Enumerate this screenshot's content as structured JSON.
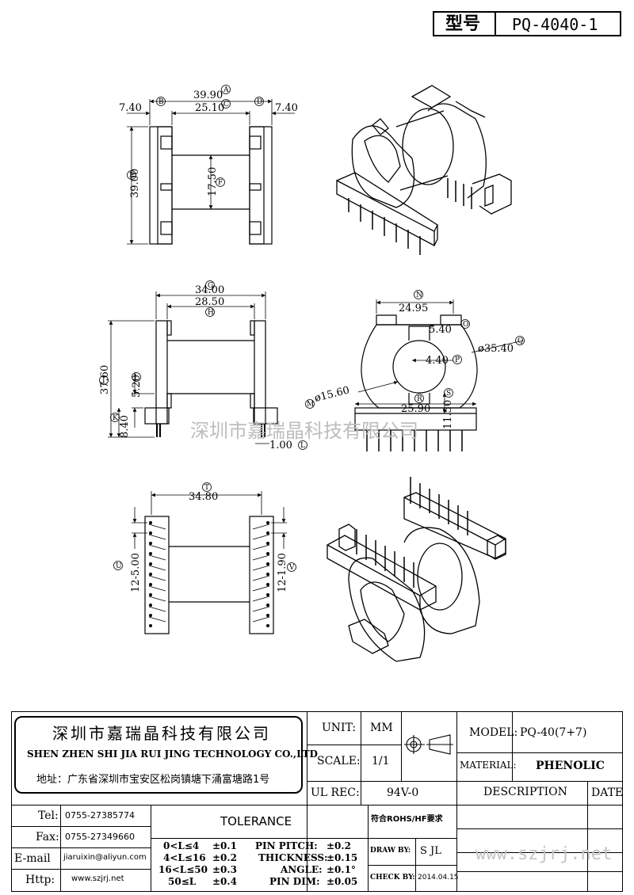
{
  "header": {
    "model_label": "型号",
    "model_value": "PQ-4040-1"
  },
  "watermark": "深圳市嘉瑞晶科技有限公司",
  "dims": {
    "top": {
      "overall": "39.90",
      "inner": "25.10",
      "left_flange": "7.40",
      "right_flange": "7.40",
      "height": "39.00",
      "core": "17.50",
      "tag_a": "A",
      "tag_b": "B",
      "tag_c": "C",
      "tag_d": "D",
      "tag_e": "E",
      "tag_f": "F"
    },
    "mid": {
      "overall": "34.00",
      "inner": "28.50",
      "height": "37.60",
      "gap": "5.20",
      "base": "8.40",
      "pin": "1.00",
      "tag_g": "G",
      "tag_h": "H",
      "tag_i": "I",
      "tag_j": "J",
      "tag_k": "K",
      "tag_l": "L"
    },
    "front": {
      "width": "24.95",
      "slot": "5.40",
      "bore": "4.40",
      "outer_dia": "ø35.40",
      "inner_dia": "ø15.60",
      "base_width": "25.90",
      "base_height": "11.50",
      "tag_n": "N",
      "tag_o": "O",
      "tag_p": "P",
      "tag_q": "Q",
      "tag_m": "M",
      "tag_r": "R",
      "tag_s": "S"
    },
    "bottom": {
      "span": "34.80",
      "pitch_left": "12-5.00",
      "pitch_right": "12-1.90",
      "tag_t": "T",
      "tag_u": "U",
      "tag_v": "V"
    }
  },
  "company": {
    "name_cn": "深圳市嘉瑞晶科技有限公司",
    "name_en": "SHEN ZHEN SHI   JIA RUI JING   TECHNOLOGY CO.,LTD",
    "address": "地址：广东省深圳市宝安区松岗镇塘下涌富塘路1号"
  },
  "contact": {
    "tel_label": "Tel:",
    "tel": "0755-27385774",
    "fax_label": "Fax:",
    "fax": "0755-27349660",
    "email_label": "E-mail",
    "email": "jiaruixin@aliyun.com",
    "http_label": "Http:",
    "http": "www.szjrj.net"
  },
  "spec": {
    "unit_label": "UNIT:",
    "unit": "MM",
    "scale_label": "SCALE:",
    "scale": "1/1",
    "ul_label": "UL REC:",
    "ul": "94V-0",
    "model_label": "MODEL:",
    "model": "PQ-40(7+7)",
    "material_label": "MATERIAL:",
    "material": "PHENOLIC",
    "description_label": "DESCRIPTION",
    "date_label": "DATE",
    "rohs": "符合ROHS/HF要求",
    "draw_label": "DRAW BY:",
    "draw": "S JL",
    "check_label": "CHECK BY:",
    "check": "2014.04.15"
  },
  "tolerance": {
    "title": "TOLERANCE",
    "rows": [
      {
        "range": "0<L≤4",
        "value": "±0.1"
      },
      {
        "range": "4<L≤16",
        "value": "±0.2"
      },
      {
        "range": "16<L≤50",
        "value": "±0.3"
      },
      {
        "range": "50≤L",
        "value": "±0.4"
      }
    ],
    "extras": [
      {
        "label": "PIN PITCH:",
        "value": "±0.2"
      },
      {
        "label": "THICKNESS:",
        "value": "±0.15"
      },
      {
        "label": "ANGLE:",
        "value": "±0.1°"
      },
      {
        "label": "PIN DIM:",
        "value": "±0.05"
      }
    ]
  },
  "website_watermark": "www.szjrj.net"
}
